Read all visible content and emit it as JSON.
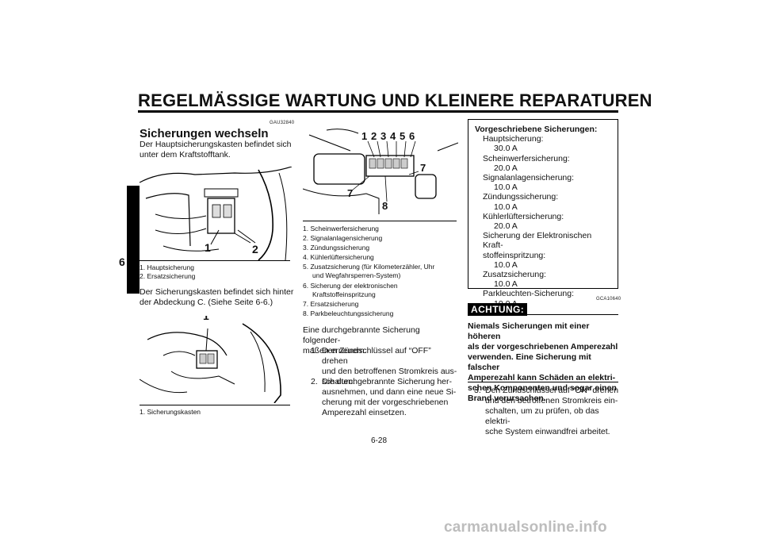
{
  "header": {
    "title": "REGELMÄSSIGE WARTUNG UND KLEINERE REPARATUREN"
  },
  "chapter_tab": "6",
  "left": {
    "code": "GAU32840",
    "heading": "Sicherungen wechseln",
    "intro": "Der Hauptsicherungskasten befindet sich unter dem Kraftstofftank.",
    "fig1_callouts": [
      "1",
      "2"
    ],
    "fig1_captions": [
      "1. Hauptsicherung",
      "2. Ersatzsicherung"
    ],
    "para2": "Der Sicherungskasten befindet sich hinter der Abdeckung C. (Siehe Seite 6-6.)",
    "fig2_callout": "1",
    "fig2_caption": "1. Sicherungskasten"
  },
  "middle": {
    "fig_callouts": [
      "1",
      "2",
      "3",
      "4",
      "5",
      "6",
      "7",
      "7",
      "8"
    ],
    "captions": [
      "1. Scheinwerfersicherung",
      "2. Signalanlagensicherung",
      "3. Zündungssicherung",
      "4. Kühlerlüftersicherung",
      "5. Zusatzsicherung (für Kilometerzähler, Uhr",
      "und Wegfahrsperren-System)",
      "6. Sicherung der elektronischen",
      "Kraftstoffeinspritzung",
      "7. Ersatzsicherung",
      "8. Parkbeleuchtungssicherung"
    ],
    "intro_line1": "Eine durchgebrannte Sicherung folgender-",
    "intro_line2": "maßen erneuern.",
    "step1_num": "1.",
    "step1_lines": [
      "Den Zündschlüssel auf “OFF” drehen",
      "und den betroffenen Stromkreis aus-",
      "schalten."
    ],
    "step2_num": "2.",
    "step2_lines": [
      "Die durchgebrannte Sicherung her-",
      "ausnehmen, und dann eine neue Si-",
      "cherung mit der vorgeschriebenen",
      "Amperezahl einsetzen."
    ]
  },
  "spec_box": {
    "title": "Vorgeschriebene Sicherungen:",
    "items": [
      {
        "label": "Hauptsicherung:",
        "value": "30.0 A"
      },
      {
        "label": "Scheinwerfersicherung:",
        "value": "20.0 A"
      },
      {
        "label": "Signalanlagensicherung:",
        "value": "10.0 A"
      },
      {
        "label": "Zündungssicherung:",
        "value": "10.0 A"
      },
      {
        "label": "Kühlerlüftersicherung:",
        "value": "20.0 A"
      },
      {
        "label": "Sicherung der Elektronischen Kraft-",
        "label2": "stoffeinspritzung:",
        "value": "10.0 A"
      },
      {
        "label": "Zusatzsicherung:",
        "value": "10.0 A"
      },
      {
        "label": "Parkleuchten-Sicherung:",
        "value": "10.0 A"
      }
    ]
  },
  "right": {
    "code": "GCA10640",
    "attention_label": "ACHTUNG:",
    "attention_lines": [
      "Niemals Sicherungen mit einer höheren",
      "als der vorgeschriebenen Amperezahl",
      "verwenden. Eine Sicherung mit falscher",
      "Amperezahl kann Schäden an elektri-",
      "schen Komponenten und sogar einen",
      "Brand verursachen."
    ],
    "step3_num": "3.",
    "step3_lines": [
      "Den Zündschlüssel auf “ON” drehen",
      "und den betroffenen Stromkreis ein-",
      "schalten, um zu prüfen, ob das elektri-",
      "sche System einwandfrei arbeitet."
    ]
  },
  "footer": {
    "page_number": "6-28",
    "watermark": "carmanualsonline.info"
  }
}
